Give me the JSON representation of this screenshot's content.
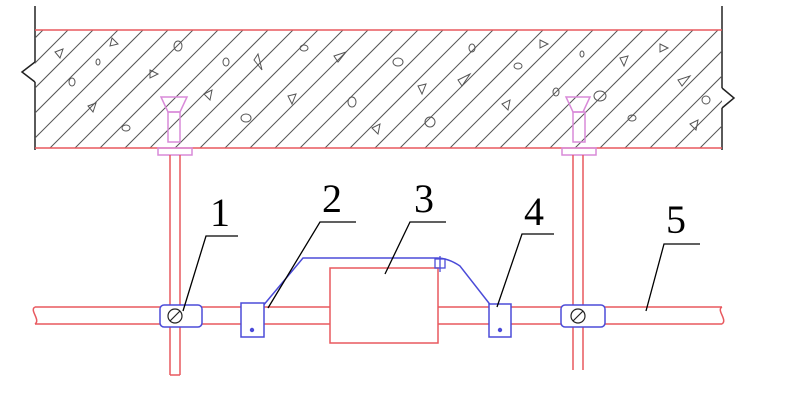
{
  "diagram": {
    "callouts": [
      {
        "id": "1",
        "text": "1"
      },
      {
        "id": "2",
        "text": "2"
      },
      {
        "id": "3",
        "text": "3"
      },
      {
        "id": "4",
        "text": "4"
      },
      {
        "id": "5",
        "text": "5"
      }
    ]
  },
  "colors": {
    "structure_red": "#e8595f",
    "bond_blue": "#4b4bd8",
    "anchor_magenta": "#d98ad9",
    "hatch_gray": "#555555",
    "leader_black": "#000000"
  }
}
